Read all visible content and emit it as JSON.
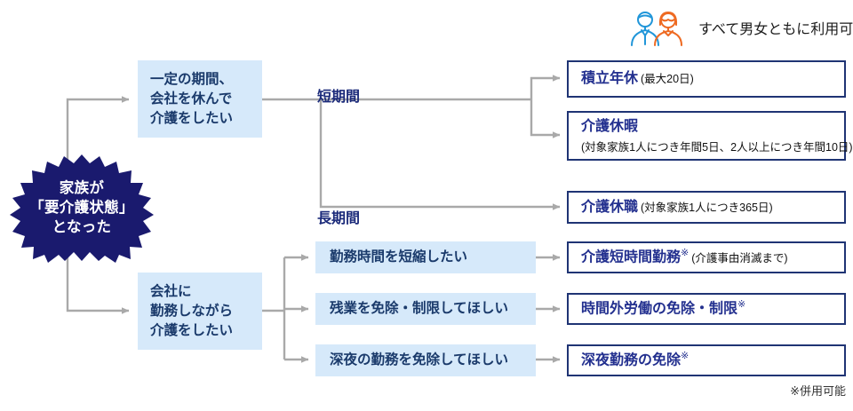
{
  "legend": {
    "text": "すべて男女ともに利用可",
    "male_icon": "male-person-icon",
    "female_icon": "female-person-icon",
    "male_color": "#2196d9",
    "female_color": "#ee6a22"
  },
  "start_node": {
    "name": "family-care-state-burst",
    "lines": [
      "家族が",
      "「要介護状態」",
      "となった"
    ],
    "fill": "#1a1a6e",
    "text_color": "#ffffff"
  },
  "branches": [
    {
      "name": "short-term-label",
      "label": "短期間"
    },
    {
      "name": "long-term-label",
      "label": "長期間"
    }
  ],
  "intent_boxes": [
    {
      "name": "leave-company-for-care",
      "lines": [
        "一定の期間、",
        "会社を休んで",
        "介護をしたい"
      ]
    },
    {
      "name": "work-while-caring",
      "lines": [
        "会社に",
        "勤務しながら",
        "介護をしたい"
      ]
    },
    {
      "name": "shorten-working-hours",
      "lines": [
        "勤務時間を短縮したい"
      ]
    },
    {
      "name": "exempt-limit-overtime",
      "lines": [
        "残業を免除・制限してほしい"
      ]
    },
    {
      "name": "exempt-late-night-work",
      "lines": [
        "深夜の勤務を免除してほしい"
      ]
    }
  ],
  "result_boxes": [
    {
      "name": "accumulated-annual-leave",
      "title": "積立年休",
      "title_note": "(最大20日)",
      "mark": "",
      "detail": ""
    },
    {
      "name": "care-leave-days",
      "title": "介護休暇",
      "title_note": "",
      "mark": "",
      "detail": "(対象家族1人につき年間5日、2人以上につき年間10日)"
    },
    {
      "name": "care-leave-of-absence",
      "title": "介護休職",
      "title_note": "(対象家族1人につき365日)",
      "mark": "",
      "detail": ""
    },
    {
      "name": "care-short-time-work",
      "title": "介護短時間勤務",
      "title_note": "(介護事由消滅まで)",
      "mark": "※",
      "detail": ""
    },
    {
      "name": "overtime-exemption-limit",
      "title": "時間外労働の免除・制限",
      "title_note": "",
      "mark": "※",
      "detail": ""
    },
    {
      "name": "late-night-work-exemption",
      "title": "深夜勤務の免除",
      "title_note": "",
      "mark": "※",
      "detail": ""
    }
  ],
  "footnote": {
    "name": "combined-use-note",
    "text": "※併用可能"
  },
  "colors": {
    "light_blue_fill": "#d6e9fa",
    "navy_border": "#1f3474",
    "navy_text": "#23308f",
    "burst_navy": "#1a1a6e",
    "connector_gray": "#a9a9a9"
  }
}
